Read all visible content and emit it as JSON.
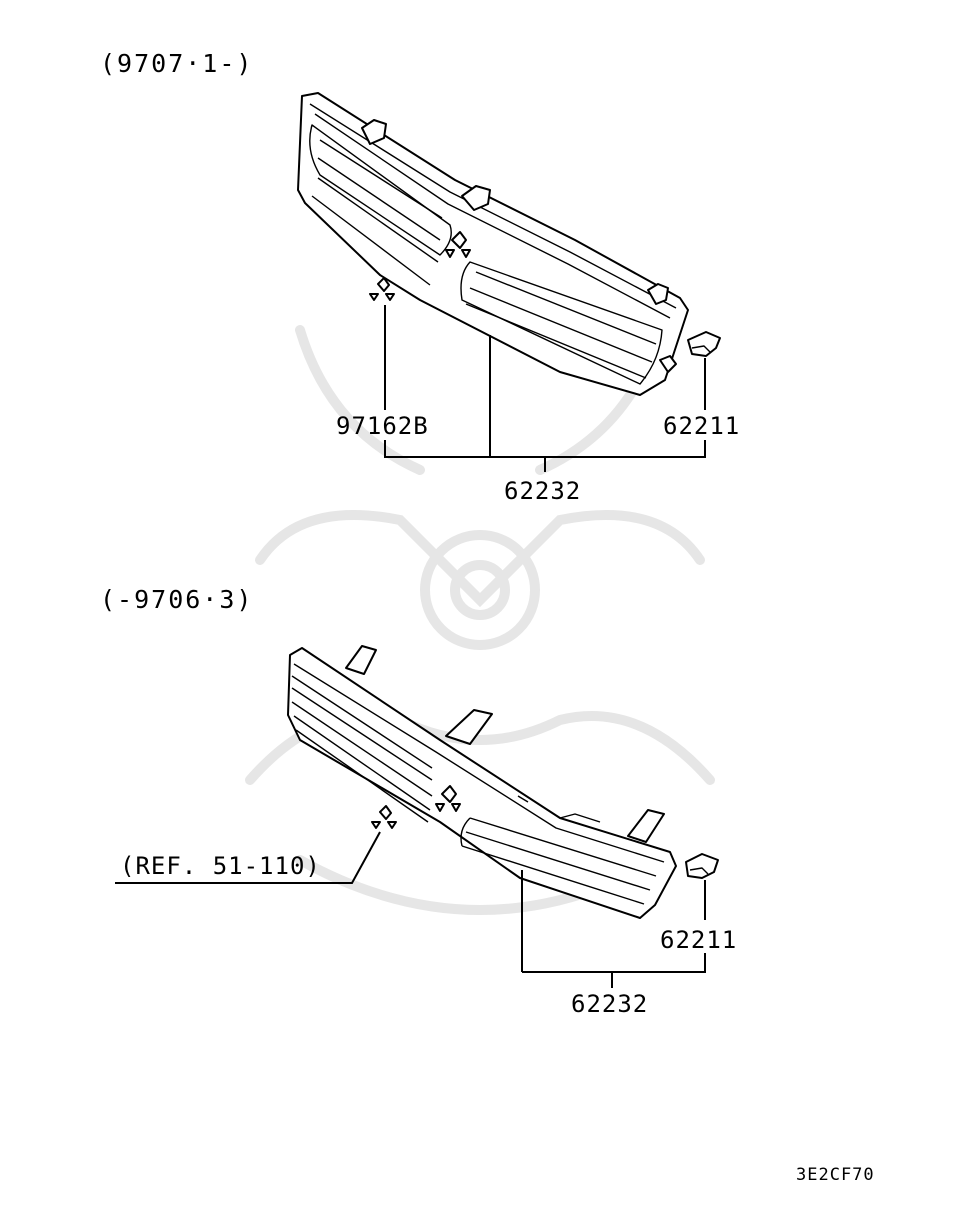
{
  "sections": [
    {
      "header": "(9707·1-)",
      "parts": {
        "emblem": "97162B",
        "clip": "62211",
        "grille": "62232"
      }
    },
    {
      "header": "(-9706·3)",
      "reference": "(REF. 51-110)",
      "parts": {
        "clip": "62211",
        "grille": "62232"
      }
    }
  ],
  "diagram_code": "3E2CF70"
}
